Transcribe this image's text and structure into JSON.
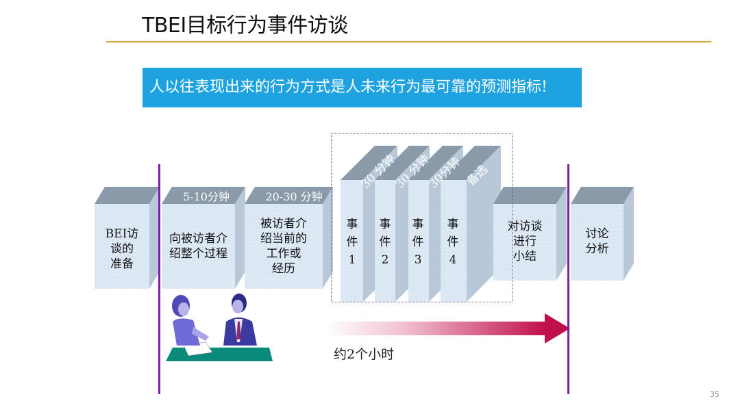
{
  "slide": {
    "title": "TBEI目标行为事件访谈",
    "banner": "人以往表现出来的行为方式是人未来行为最可靠的预测指标!",
    "page_number": "35",
    "duration_note": "约2个小时"
  },
  "steps": [
    {
      "label_lines": [
        "BEI访",
        "谈的",
        "准备"
      ],
      "duration": ""
    },
    {
      "label_lines": [
        "向被访者介",
        "绍整个过程"
      ],
      "duration": "5-10分钟"
    },
    {
      "label_lines": [
        "被访者介",
        "绍当前的",
        "工作或",
        "经历"
      ],
      "duration": "20-30 分钟"
    },
    {
      "label_lines": [
        "事",
        "件",
        "1"
      ],
      "duration": "30 分钟"
    },
    {
      "label_lines": [
        "事",
        "件",
        "2"
      ],
      "duration": "30 分钟"
    },
    {
      "label_lines": [
        "事",
        "件",
        "3"
      ],
      "duration": "30分钟"
    },
    {
      "label_lines": [
        "事",
        "件",
        "4"
      ],
      "duration": "备选"
    },
    {
      "label_lines": [
        "对访谈",
        "进行",
        "小结"
      ],
      "duration": ""
    },
    {
      "label_lines": [
        "讨论",
        "分析"
      ],
      "duration": ""
    }
  ],
  "colors": {
    "banner": "#1fa3e0",
    "rule": "#d4a72c",
    "timeline_line": "#7a20a8",
    "arrow": "#c0104a",
    "block_top": "#8a9aa8",
    "block_front": "#dce9f5",
    "block_side": "#b8c8d8"
  },
  "illustration": "two-people-meeting-icon"
}
